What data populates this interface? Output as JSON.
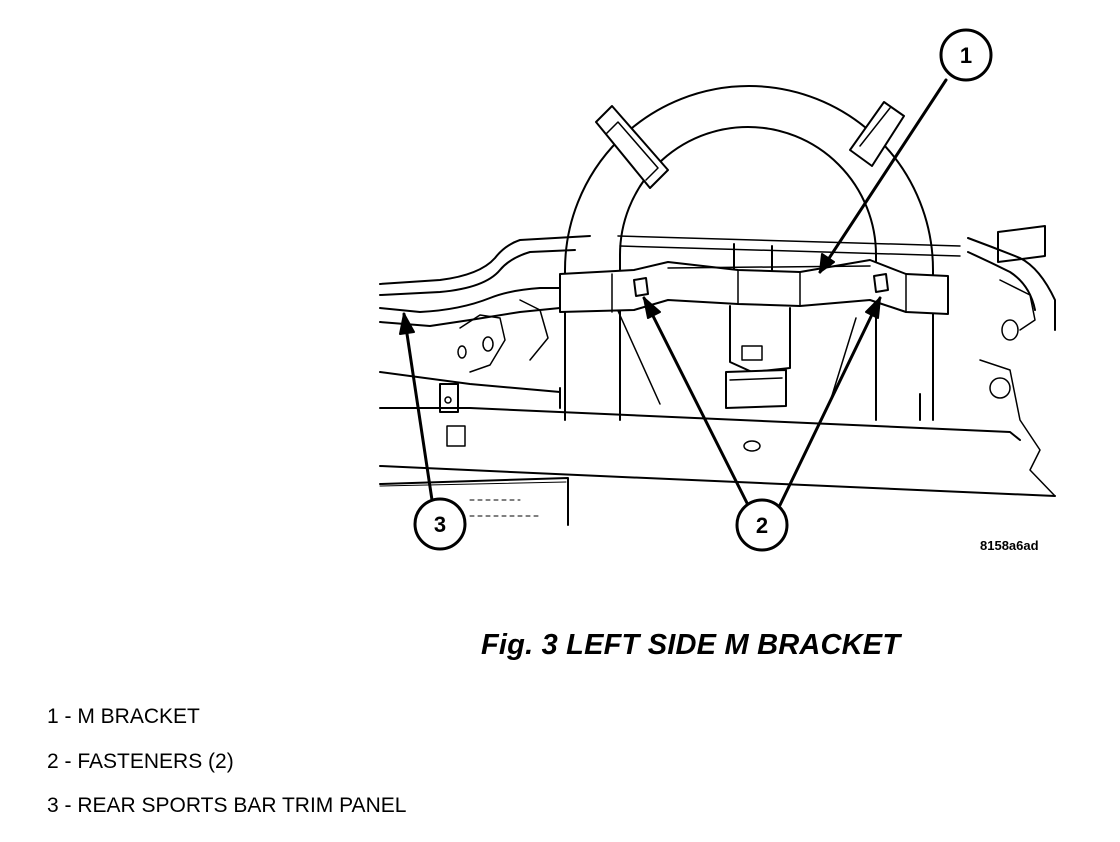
{
  "figure": {
    "caption": "Fig. 3 LEFT SIDE M BRACKET",
    "image_id": "8158a6ad"
  },
  "callouts": [
    {
      "number": "1",
      "label": "M BRACKET"
    },
    {
      "number": "2",
      "label": "FASTENERS (2)"
    },
    {
      "number": "3",
      "label": "REAR SPORTS BAR TRIM PANEL"
    }
  ],
  "legend": [
    "1 - M BRACKET",
    "2 - FASTENERS (2)",
    "3 - REAR SPORTS BAR TRIM PANEL"
  ]
}
